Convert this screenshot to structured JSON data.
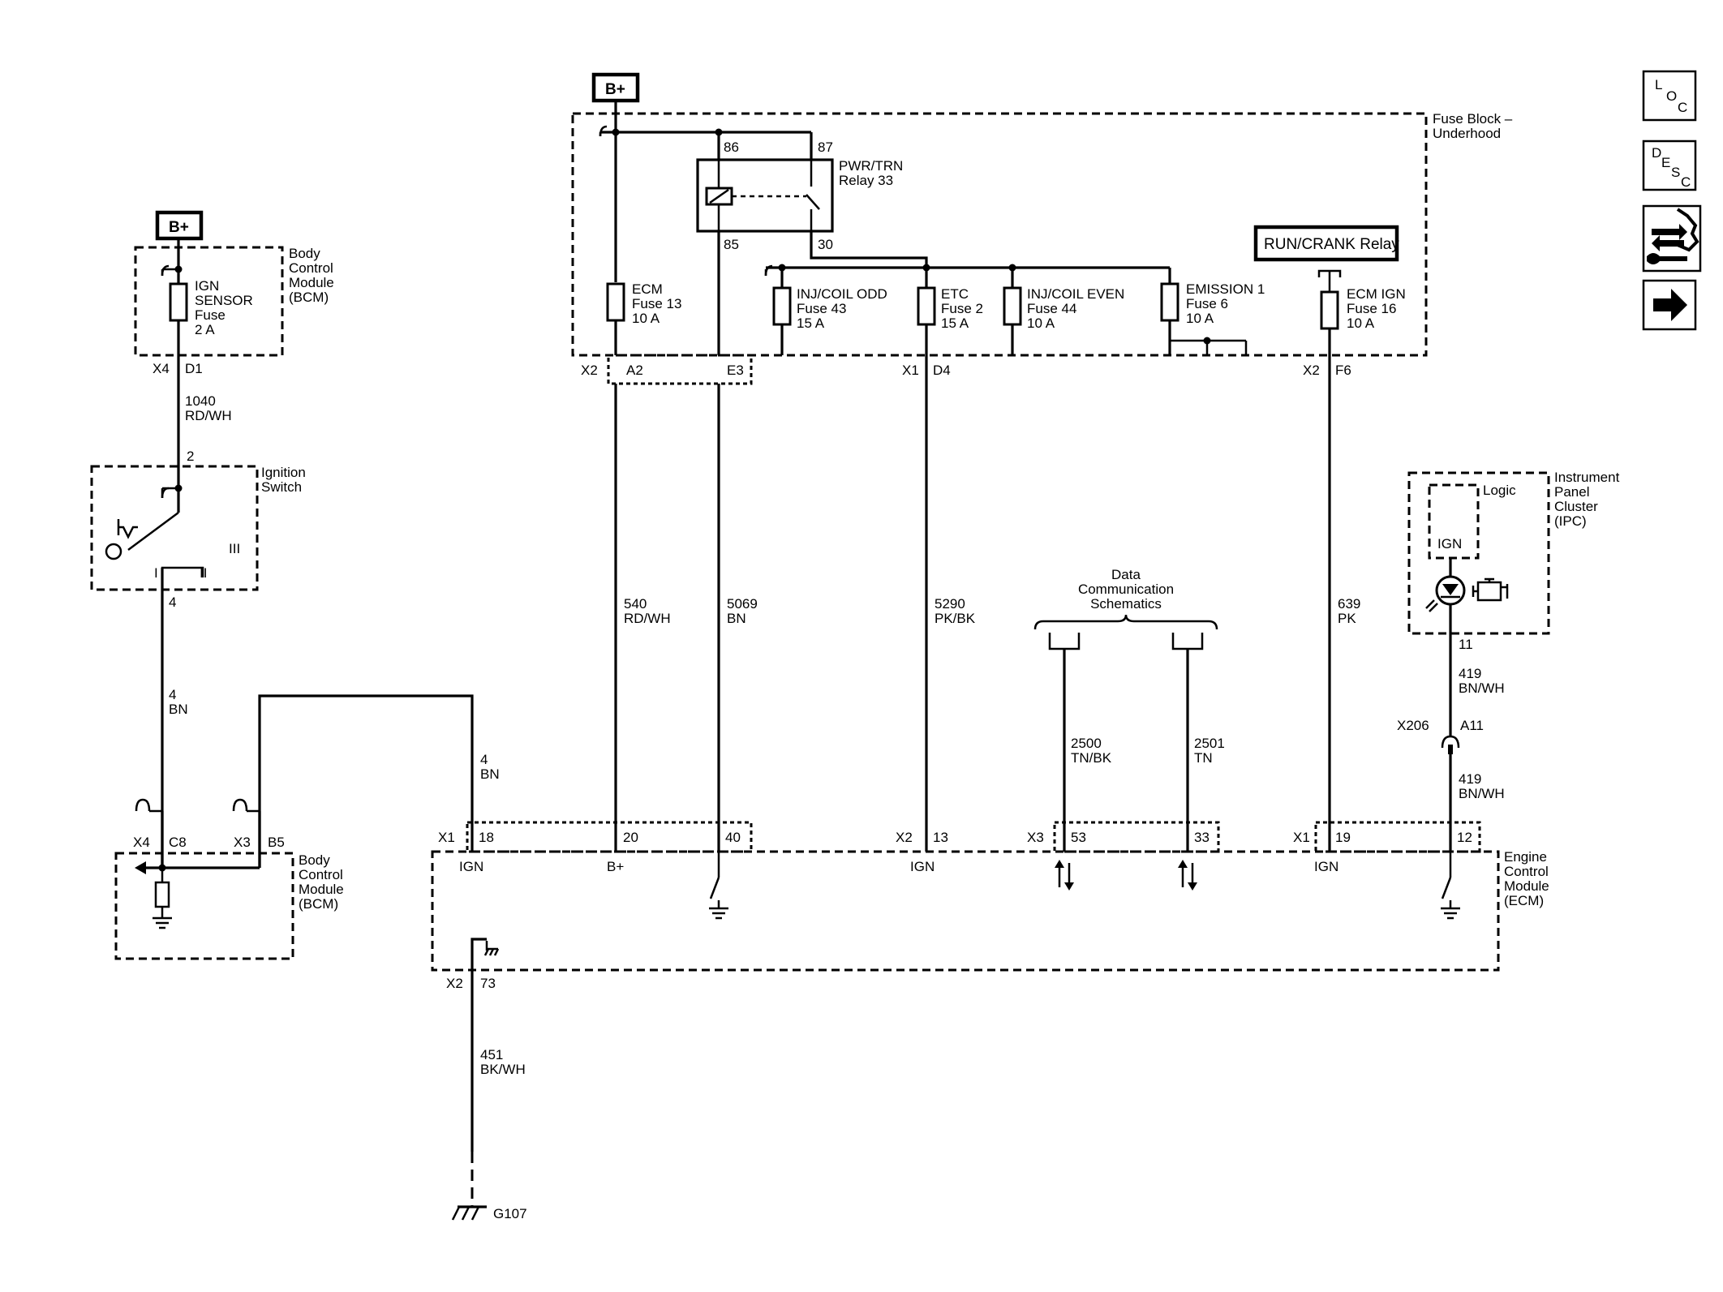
{
  "power": {
    "bplus_top": "B+",
    "bplus_left": "B+"
  },
  "fuse_block": {
    "title_line1": "Fuse Block –",
    "title_line2": "Underhood",
    "relay": {
      "name_line1": "PWR/TRN",
      "name_line2": "Relay 33",
      "pin86": "86",
      "pin87": "87",
      "pin85": "85",
      "pin30": "30"
    },
    "fuse_ecm": {
      "l1": "ECM",
      "l2": "Fuse 13",
      "l3": "10 A"
    },
    "fuse_inj_odd": {
      "l1": "INJ/COIL ODD",
      "l2": "Fuse 43",
      "l3": "15 A"
    },
    "fuse_etc": {
      "l1": "ETC",
      "l2": "Fuse 2",
      "l3": "15 A"
    },
    "fuse_inj_even": {
      "l1": "INJ/COIL EVEN",
      "l2": "Fuse 44",
      "l3": "10 A"
    },
    "fuse_emission": {
      "l1": "EMISSION 1",
      "l2": "Fuse 6",
      "l3": "10 A"
    },
    "fuse_ecm_ign": {
      "l1": "ECM IGN",
      "l2": "Fuse 16",
      "l3": "10 A"
    },
    "run_crank_relay": "RUN/CRANK Relay",
    "conn_x2a": "X2",
    "pin_a2": "A2",
    "pin_e3": "E3",
    "conn_x1": "X1",
    "pin_d4": "D4",
    "conn_x2b": "X2",
    "pin_f6": "F6"
  },
  "bcm_top": {
    "title": [
      "Body",
      "Control",
      "Module",
      "(BCM)"
    ],
    "fuse": {
      "l1": "IGN",
      "l2": "SENSOR",
      "l3": "Fuse",
      "l4": "2 A"
    },
    "conn": "X4",
    "pin": "D1"
  },
  "ignition_switch": {
    "title": [
      "Ignition",
      "Switch"
    ],
    "pin_top": "2",
    "pin_bottom": "4",
    "pos_i": "I",
    "pos_ii": "II",
    "pos_iii": "III"
  },
  "bcm_bottom": {
    "title": [
      "Body",
      "Control",
      "Module",
      "(BCM)"
    ],
    "conn_x4": "X4",
    "pin_c8": "C8",
    "conn_x3": "X3",
    "pin_b5": "B5"
  },
  "wires": {
    "w1040": {
      "num": "1040",
      "color": "RD/WH"
    },
    "w4a": {
      "num": "4",
      "color": "BN"
    },
    "w4b": {
      "num": "4",
      "color": "BN"
    },
    "w540": {
      "num": "540",
      "color": "RD/WH"
    },
    "w5069": {
      "num": "5069",
      "color": "BN"
    },
    "w5290": {
      "num": "5290",
      "color": "PK/BK"
    },
    "w2500": {
      "num": "2500",
      "color": "TN/BK"
    },
    "w2501": {
      "num": "2501",
      "color": "TN"
    },
    "w639": {
      "num": "639",
      "color": "PK"
    },
    "w419a": {
      "num": "419",
      "color": "BN/WH"
    },
    "w419b": {
      "num": "419",
      "color": "BN/WH"
    },
    "w451": {
      "num": "451",
      "color": "BK/WH"
    }
  },
  "data_comm": {
    "l1": "Data",
    "l2": "Communication",
    "l3": "Schematics"
  },
  "ipc": {
    "title": [
      "Instrument",
      "Panel",
      "Cluster",
      "(IPC)"
    ],
    "logic": "Logic",
    "ign": "IGN",
    "pin": "11"
  },
  "inline_connector": {
    "name": "X206",
    "pin": "A11"
  },
  "ecm": {
    "title": [
      "Engine",
      "Control",
      "Module",
      "(ECM)"
    ],
    "x1a": "X1",
    "p18": "18",
    "p20": "20",
    "p40": "40",
    "x2a": "X2",
    "p13": "13",
    "x3": "X3",
    "p53": "53",
    "p33": "33",
    "x1b": "X1",
    "p19": "19",
    "p12": "12",
    "ign1": "IGN",
    "bplus": "B+",
    "ign2": "IGN",
    "ign3": "IGN",
    "x2b": "X2",
    "p73": "73"
  },
  "ground": {
    "name": "G107"
  },
  "nav": {
    "loc": [
      "L",
      "O",
      "C"
    ],
    "desc": [
      "D",
      "E",
      "S",
      "C"
    ],
    "icons": [
      "connector-icon",
      "arrow-right-icon"
    ]
  }
}
